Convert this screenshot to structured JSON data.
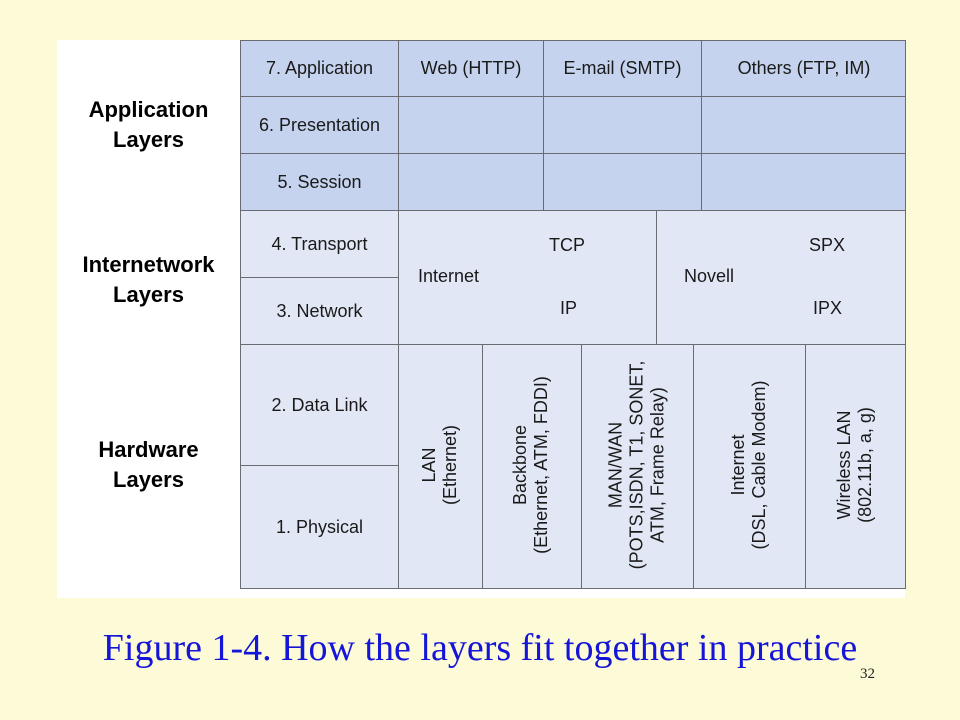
{
  "groups": {
    "application": [
      "Application",
      "Layers"
    ],
    "internetwork": [
      "Internetwork",
      "Layers"
    ],
    "hardware": [
      "Hardware",
      "Layers"
    ]
  },
  "layers": {
    "l7": "7. Application",
    "l6": "6. Presentation",
    "l5": "5. Session",
    "l4": "4. Transport",
    "l3": "3. Network",
    "l2": "2. Data Link",
    "l1": "1. Physical"
  },
  "application_protocols": {
    "web": "Web (HTTP)",
    "email": "E-mail (SMTP)",
    "others": "Others (FTP, IM)"
  },
  "internet_suite": {
    "name": "Internet",
    "transport": "TCP",
    "network": "IP"
  },
  "novell_suite": {
    "name": "Novell",
    "transport": "SPX",
    "network": "IPX"
  },
  "hardware_columns": [
    [
      "LAN",
      "(Ethernet)"
    ],
    [
      "Backbone",
      "(Ethernet, ATM, FDDI)"
    ],
    [
      "MAN/WAN",
      "(POTS,ISDN, T1, SONET,",
      "ATM, Frame Relay)"
    ],
    [
      "Internet",
      "(DSL, Cable Modem)"
    ],
    [
      "Wireless LAN",
      "(802.11b, a, g)"
    ]
  ],
  "caption": "Figure 1-4. How the layers fit together in practice",
  "page_number": "32"
}
